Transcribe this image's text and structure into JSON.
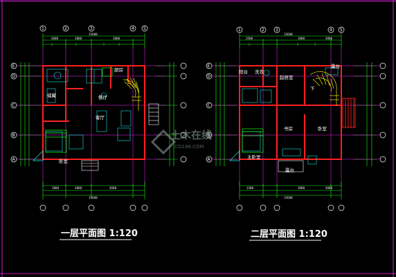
{
  "plans": [
    {
      "title": "一层平面图 1:120",
      "rooms": [
        {
          "label": "厨房"
        },
        {
          "label": "餐厅"
        },
        {
          "label": "客厅"
        },
        {
          "label": "储藏"
        },
        {
          "label": "卧室"
        }
      ],
      "top_dims": [
        "15600",
        "4600",
        "3800",
        "3000"
      ],
      "bottom_dims": [
        "15600",
        "3800",
        "3000",
        "4600"
      ],
      "axis_letters": [
        "E",
        "D",
        "C",
        "B",
        "A"
      ],
      "axis_numbers": [
        "1",
        "2",
        "3",
        "4",
        "5"
      ]
    },
    {
      "title": "二层平面图 1:120",
      "rooms": [
        {
          "label": "阳台"
        },
        {
          "label": "洗衣"
        },
        {
          "label": "起居室"
        },
        {
          "label": "卧室"
        },
        {
          "label": "书房"
        },
        {
          "label": "主卧室"
        },
        {
          "label": "露台"
        },
        {
          "label": "露台"
        },
        {
          "label": "下"
        }
      ],
      "top_dims": [
        "15600",
        "3500",
        "3800",
        "4800"
      ],
      "bottom_dims": [
        "15600",
        "3300",
        "3800",
        "4800"
      ],
      "axis_letters": [
        "E",
        "D",
        "C",
        "B",
        "A"
      ],
      "axis_numbers": [
        "1",
        "2",
        "3",
        "4",
        "5"
      ]
    }
  ],
  "watermark": {
    "text": "土木在线",
    "subtext": "CO188.COM"
  },
  "colors": {
    "background": "#000000",
    "grid_magenta": "#ff2bff",
    "wall_red": "#ff2020",
    "dim_green": "#19ff19",
    "furniture_cyan": "#19e6e6",
    "axis_white": "#ffffff",
    "stair_yellow": "#f0f000"
  }
}
